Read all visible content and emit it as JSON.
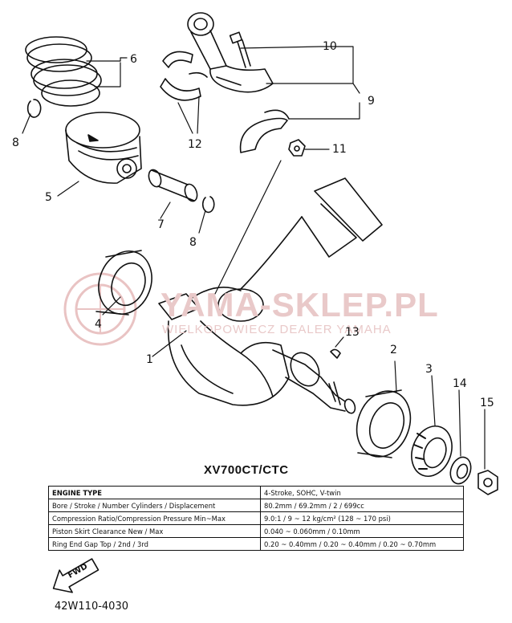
{
  "watermark": {
    "brand": "YAMA-SKLEP.PL",
    "tagline": "WIELKOPOWIECZ DEALER YAMAHA"
  },
  "callouts": {
    "c1": "1",
    "c2": "2",
    "c3": "3",
    "c4": "4",
    "c5": "5",
    "c6": "6",
    "c7": "7",
    "c8a": "8",
    "c8b": "8",
    "c9": "9",
    "c10": "10",
    "c11": "11",
    "c12": "12",
    "c13": "13",
    "c14": "14",
    "c15": "15"
  },
  "model_title": "XV700CT/CTC",
  "spec_table": {
    "header": [
      "ENGINE TYPE",
      "4-Stroke, SOHC, V-twin"
    ],
    "rows": [
      [
        "Bore / Stroke / Number Cylinders / Displacement",
        "80.2mm / 69.2mm / 2 / 699cc"
      ],
      [
        "Compression Ratio/Compression Pressure Min~Max",
        "9.0:1 / 9 ~ 12 kg/cm² (128 ~ 170 psi)"
      ],
      [
        "Piston Skirt Clearance New / Max",
        "0.040 ~ 0.060mm / 0.10mm"
      ],
      [
        "Ring End Gap Top / 2nd / 3rd",
        "0.20 ~ 0.40mm / 0.20 ~ 0.40mm / 0.20 ~ 0.70mm"
      ]
    ]
  },
  "direction_label": "FWD",
  "diagram_code": "42W110-4030"
}
